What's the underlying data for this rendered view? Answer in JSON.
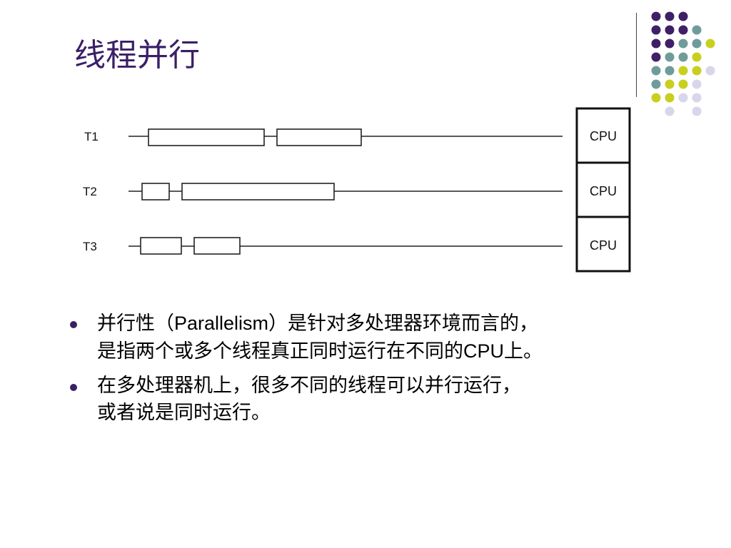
{
  "slide": {
    "title": "线程并行",
    "accent_colors": {
      "title": "#3a1f66",
      "purple": "#3f1f66",
      "teal": "#6f9c9a",
      "yellow": "#c9cf1f",
      "lavender": "#d8d6ea",
      "bullet": "#3a1f66"
    }
  },
  "diagram": {
    "threads": [
      {
        "label": "T1",
        "cpu_label": "CPU"
      },
      {
        "label": "T2",
        "cpu_label": "CPU"
      },
      {
        "label": "T3",
        "cpu_label": "CPU"
      }
    ]
  },
  "bullets": [
    {
      "line1": [
        "并行性（",
        "Parallelism",
        "）是针对多处理器环境而言的，"
      ],
      "line2": [
        "是指两个或多个线程真正同时运行在不同的",
        "CPU",
        "上。"
      ]
    },
    {
      "line1": [
        "在多处理器机上，很多不同的线程可以并行运行，"
      ],
      "line2": [
        "或者说是同时运行。"
      ]
    }
  ]
}
